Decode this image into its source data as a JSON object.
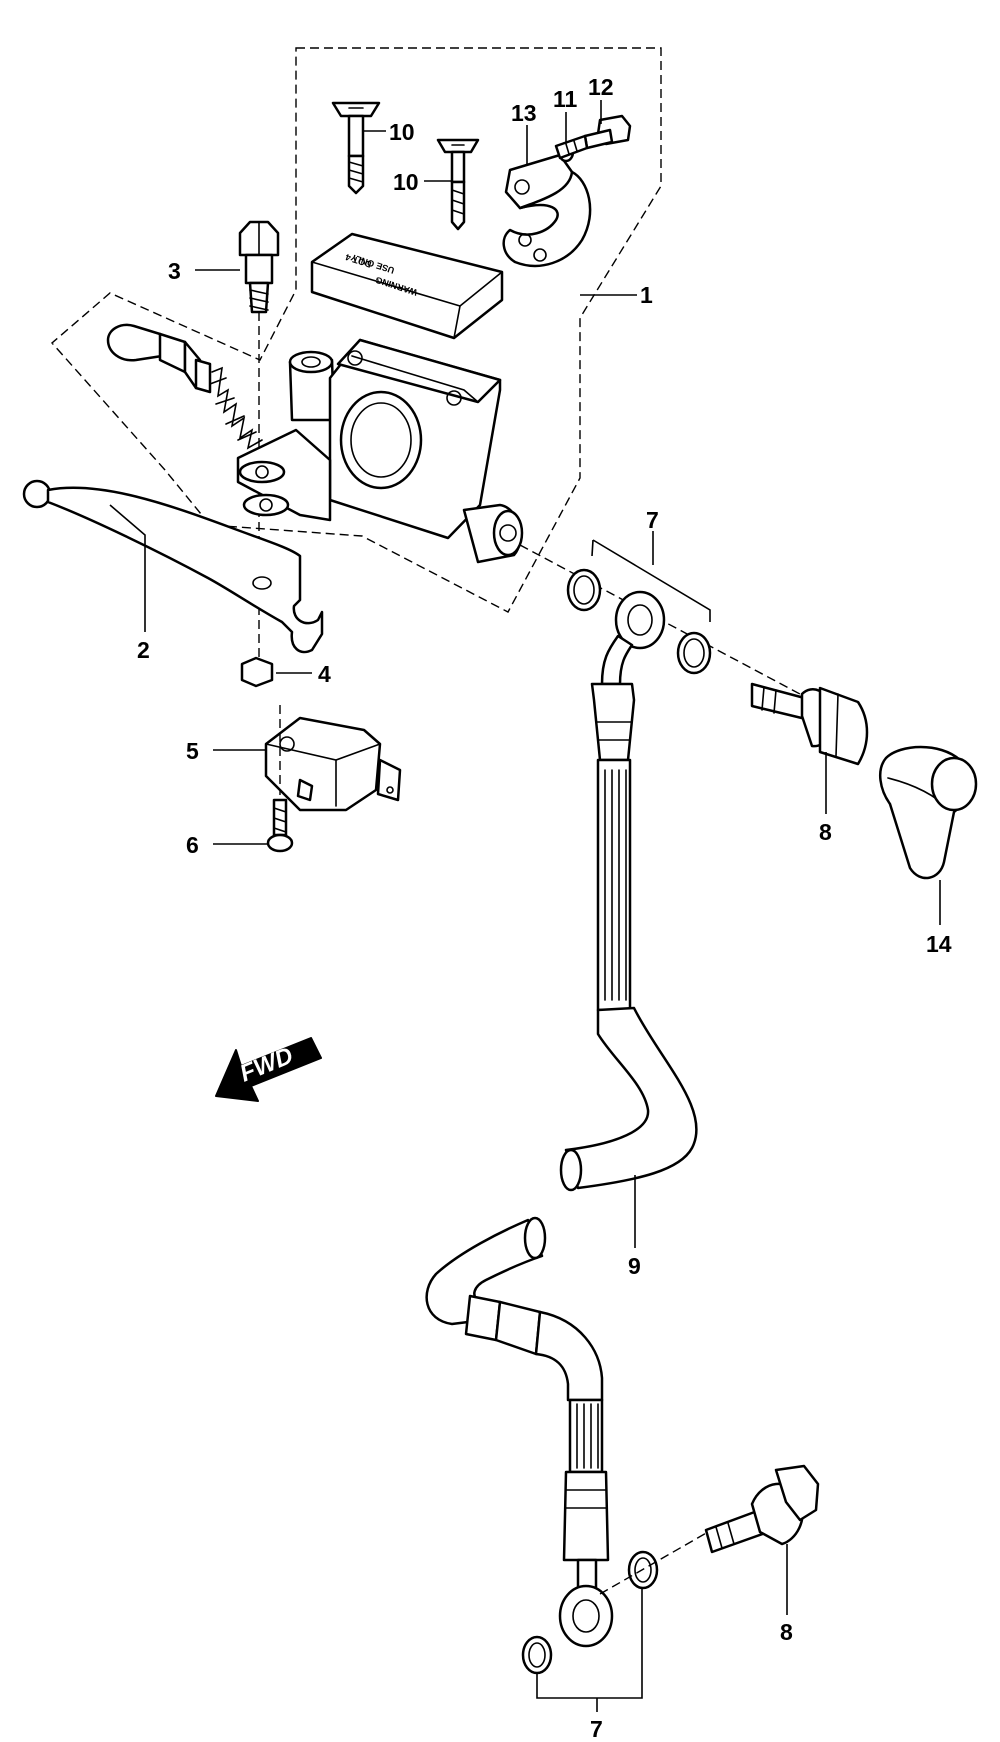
{
  "callouts": [
    {
      "id": "1",
      "text": "1"
    },
    {
      "id": "2",
      "text": "2"
    },
    {
      "id": "3",
      "text": "3"
    },
    {
      "id": "4",
      "text": "4"
    },
    {
      "id": "5",
      "text": "5"
    },
    {
      "id": "6",
      "text": "6"
    },
    {
      "id": "7a",
      "text": "7"
    },
    {
      "id": "7b",
      "text": "7"
    },
    {
      "id": "8a",
      "text": "8"
    },
    {
      "id": "8b",
      "text": "8"
    },
    {
      "id": "9",
      "text": "9"
    },
    {
      "id": "10a",
      "text": "10"
    },
    {
      "id": "10b",
      "text": "10"
    },
    {
      "id": "11",
      "text": "11"
    },
    {
      "id": "12",
      "text": "12"
    },
    {
      "id": "13",
      "text": "13"
    },
    {
      "id": "14",
      "text": "14"
    }
  ],
  "direction_arrow": {
    "text": "FWD"
  },
  "reservoir_cap": {
    "line1": "WARNING",
    "line2": "USE ONLY",
    "line3": "DOT 4"
  }
}
